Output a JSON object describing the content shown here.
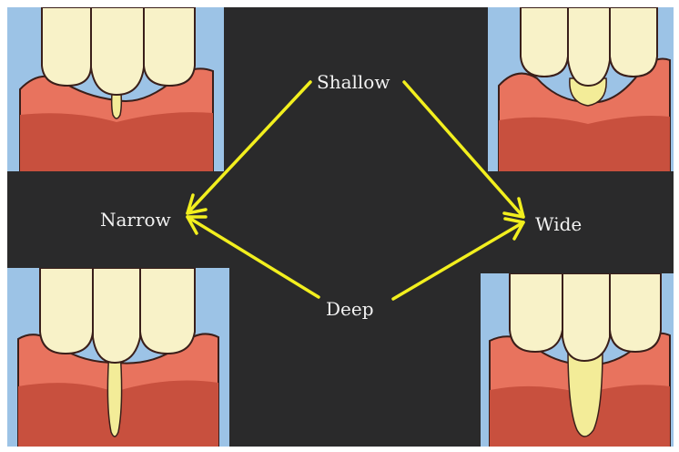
{
  "labels": {
    "shallow": "Shallow",
    "narrow": "Narrow",
    "wide": "Wide",
    "deep": "Deep"
  },
  "panels": [
    {
      "id": "shallow-narrow",
      "depth": "shallow",
      "width": "narrow"
    },
    {
      "id": "shallow-wide",
      "depth": "shallow",
      "width": "wide"
    },
    {
      "id": "deep-narrow",
      "depth": "deep",
      "width": "narrow"
    },
    {
      "id": "deep-wide",
      "depth": "deep",
      "width": "wide"
    }
  ],
  "colors": {
    "background": "#2a2a2b",
    "panel_sky": "#9cc3e6",
    "gum": "#e8735e",
    "bone": "#c8503e",
    "tooth": "#f8f2c8",
    "defect": "#f3ec98",
    "arrow": "#f2ef1e",
    "label_text": "#f2f2f2"
  }
}
